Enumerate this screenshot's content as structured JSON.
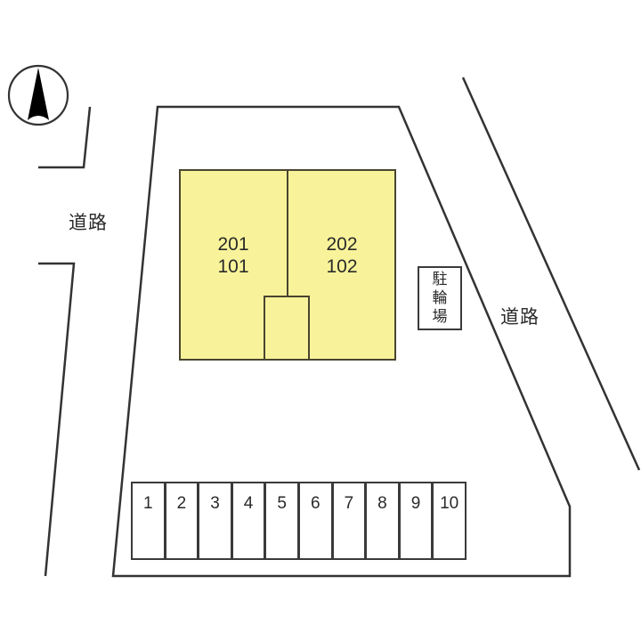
{
  "compass": {
    "icon": "north-arrow-icon"
  },
  "roads": [
    {
      "id": "west",
      "label": "道路"
    },
    {
      "id": "east",
      "label": "道路"
    }
  ],
  "building": {
    "fill": "#f8f39a",
    "units": [
      {
        "upper": "201",
        "lower": "101"
      },
      {
        "upper": "202",
        "lower": "102"
      }
    ]
  },
  "bicycle_parking": {
    "label_chars": [
      "駐",
      "輪",
      "場"
    ]
  },
  "parking_stalls": [
    "1",
    "2",
    "3",
    "4",
    "5",
    "6",
    "7",
    "8",
    "9",
    "10"
  ]
}
